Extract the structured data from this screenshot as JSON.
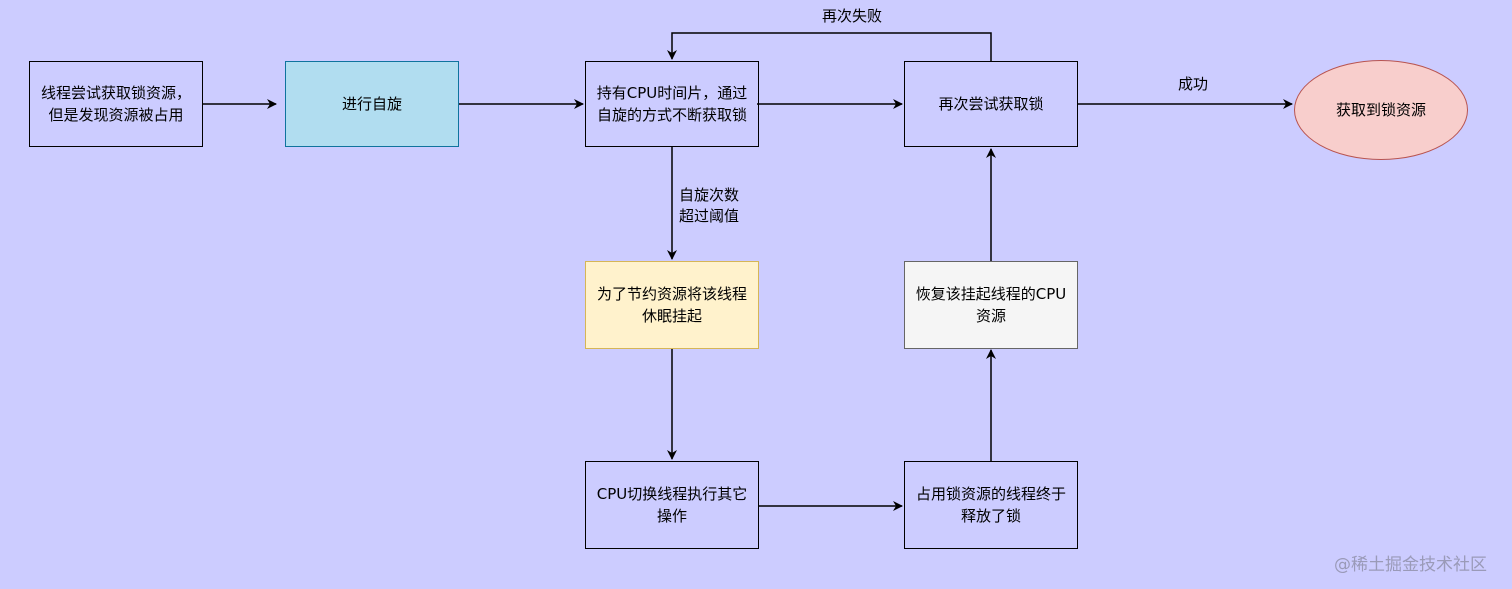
{
  "nodes": {
    "n1": "线程尝试获取锁资源，但是发现资源被占用",
    "n2": "进行自旋",
    "n3": "持有CPU时间片，通过自旋的方式不断获取锁",
    "n4": "再次尝试获取锁",
    "n5": "获取到锁资源",
    "n6": "为了节约资源将该线程休眠挂起",
    "n7": "CPU切换线程执行其它操作",
    "n8": "占用锁资源的线程终于释放了锁",
    "n9": "恢复该挂起线程的CPU资源"
  },
  "edge_labels": {
    "retry_fail": "再次失败",
    "success": "成功",
    "spin_exceeded_line1": "自旋次数",
    "spin_exceeded_line2": "超过阈值"
  },
  "watermark": "@稀土掘金技术社区",
  "colors": {
    "background": "#ccccff",
    "spin_node_fill": "#b1ddf0",
    "spin_node_stroke": "#10739e",
    "suspend_node_fill": "#fff2cc",
    "suspend_node_stroke": "#d6b656",
    "resume_node_fill": "#f5f5f5",
    "resume_node_stroke": "#666666",
    "success_node_fill": "#f8cecc",
    "success_node_stroke": "#b85450"
  }
}
